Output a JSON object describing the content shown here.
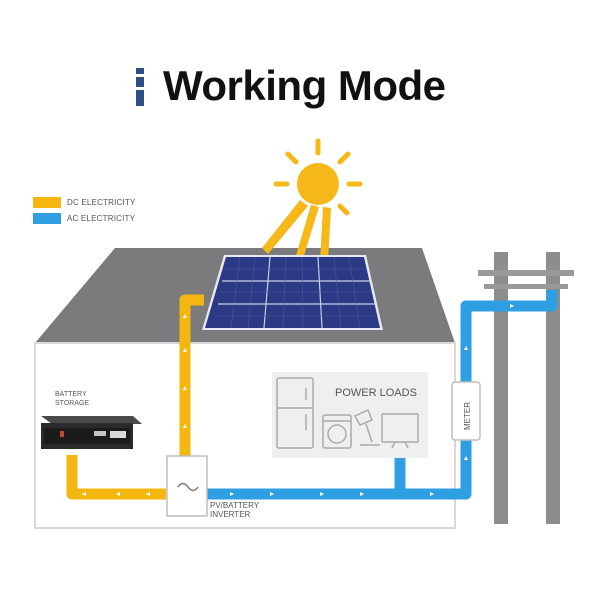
{
  "title": "Working Mode",
  "legend": [
    {
      "label": "DC ELECTRICITY",
      "color": "#f5b70f"
    },
    {
      "label": "AC ELECTRICITY",
      "color": "#2f9fe3"
    }
  ],
  "labels": {
    "battery_line1": "BATTERY",
    "battery_line2": "STORAGE",
    "power_loads": "POWER LOADS",
    "meter": "METER",
    "inverter_line1": "PV/BATTERY",
    "inverter_line2": "INVERTER"
  },
  "colors": {
    "dc": "#f5b70f",
    "ac": "#2f9fe3",
    "roof": "#7b7b7d",
    "sun": "#f6b818",
    "pole": "#8d8d8d"
  },
  "icons": [
    "sun-icon",
    "solar-panel-icon",
    "battery-icon",
    "inverter-icon",
    "refrigerator-icon",
    "washing-machine-icon",
    "lamp-icon",
    "tv-icon",
    "meter-icon",
    "utility-pole-icon"
  ]
}
